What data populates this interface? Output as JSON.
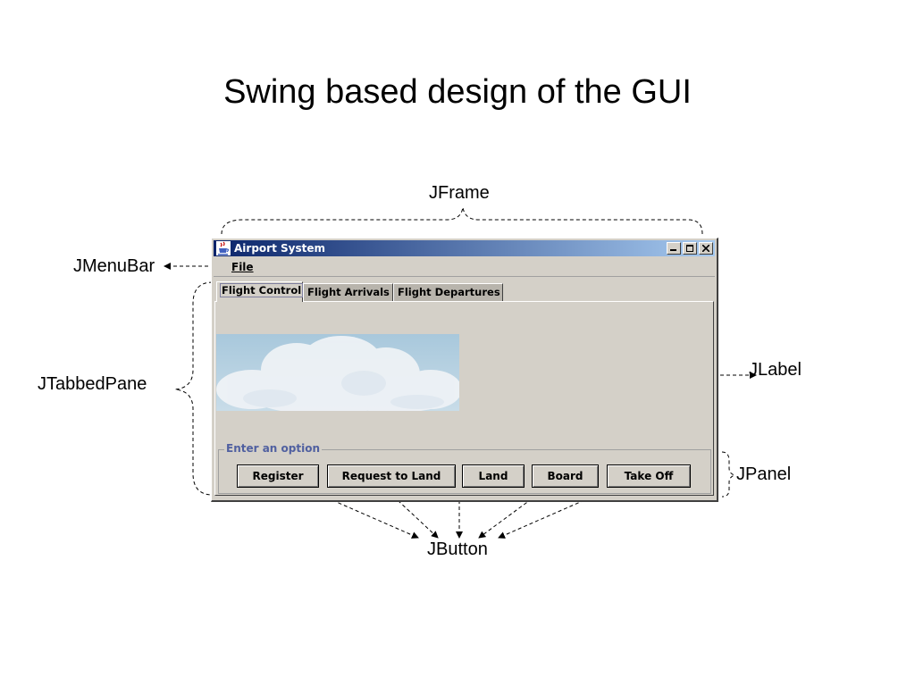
{
  "slide": {
    "title": "Swing based design of the GUI"
  },
  "callouts": {
    "jframe": "JFrame",
    "jmenubar": "JMenuBar",
    "jtabbedpane": "JTabbedPane",
    "jlabel": "JLabel",
    "jpanel": "JPanel",
    "jbutton": "JButton"
  },
  "window": {
    "title": "Airport System",
    "icon": "java-cup-icon",
    "controls": [
      "minimize-icon",
      "maximize-icon",
      "close-icon"
    ],
    "menu": {
      "file": "File"
    },
    "tabs": [
      {
        "label": "Flight Control",
        "active": true
      },
      {
        "label": "Flight Arrivals",
        "active": false
      },
      {
        "label": "Flight Departures",
        "active": false
      }
    ],
    "option_group": {
      "title": "Enter an option",
      "buttons": [
        "Register",
        "Request to Land",
        "Land",
        "Board",
        "Take Off"
      ]
    }
  },
  "colors": {
    "titlebar_start": "#0a246a",
    "titlebar_end": "#a6caf0",
    "window_bg": "#d4d0c8",
    "group_title": "#5060a0"
  }
}
